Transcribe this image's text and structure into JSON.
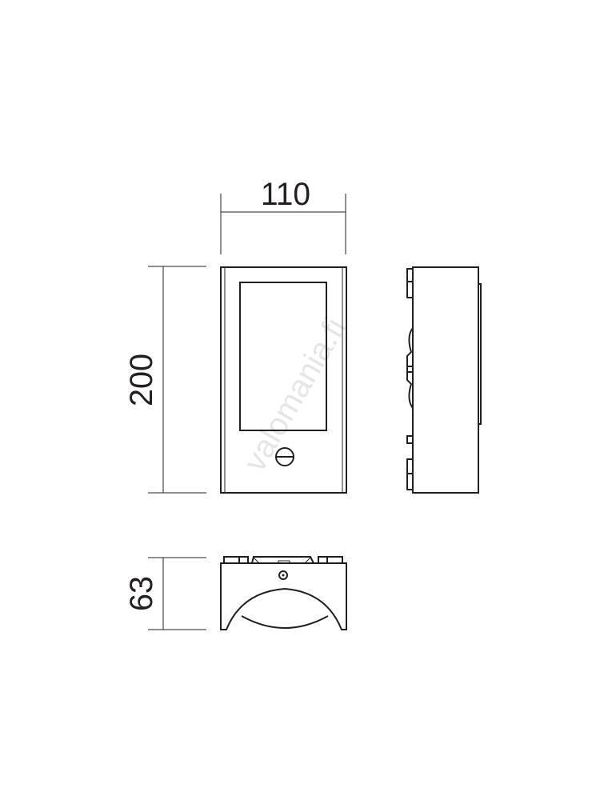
{
  "dimensions": {
    "width": "110",
    "height": "200",
    "depth": "63"
  },
  "watermark": "valomania.fi",
  "colors": {
    "line": "#231f20",
    "watermark": "#e6e6e6"
  }
}
